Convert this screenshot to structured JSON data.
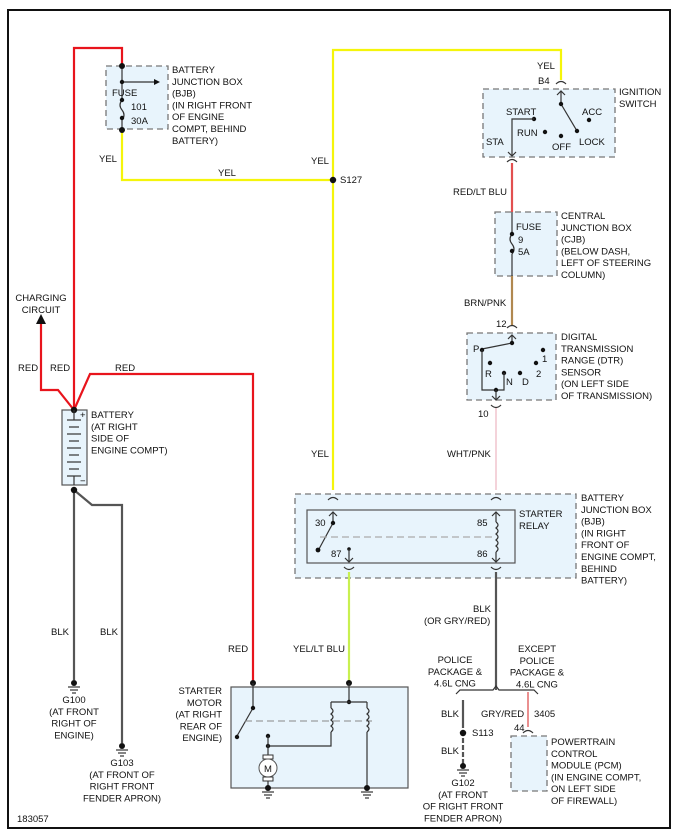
{
  "diagram_id": "183057",
  "colors": {
    "red": "#e8141c",
    "yel": "#f5f50a",
    "red_lt_blu": "#e25050",
    "brn_pnk": "#b08850",
    "wht_pnk": "#f2c8d0",
    "yel_lt_blu": "#c8f050",
    "blk": "#555555",
    "gry_red": "#e06060",
    "box_fill": "#e8f4fc"
  },
  "components": {
    "bjb_fuse": {
      "title": [
        "BATTERY",
        "JUNCTION BOX",
        "(BJB)",
        "(IN RIGHT FRONT",
        "OF ENGINE",
        "COMPT, BEHIND",
        "BATTERY)"
      ],
      "fuse_label": [
        "FUSE",
        "101",
        "30A"
      ]
    },
    "ignition_switch": {
      "title": [
        "IGNITION",
        "SWITCH"
      ],
      "pin_in": "B4",
      "pin_out": "STA",
      "positions": [
        "START",
        "RUN",
        "OFF",
        "ACC",
        "LOCK"
      ]
    },
    "cjb": {
      "title": [
        "CENTRAL",
        "JUNCTION BOX",
        "(CJB)",
        "(BELOW DASH,",
        "LEFT OF STEERING",
        "COLUMN)"
      ],
      "fuse_label": [
        "FUSE",
        "9",
        "5A"
      ]
    },
    "dtr": {
      "title": [
        "DIGITAL",
        "TRANSMISSION",
        "RANGE (DTR)",
        "SENSOR",
        "(ON LEFT SIDE",
        "OF TRANSMISSION)"
      ],
      "pin_in": "12",
      "pin_out": "10",
      "positions": [
        "P",
        "R",
        "N",
        "D",
        "2",
        "1"
      ]
    },
    "battery": {
      "title": [
        "BATTERY",
        "(AT RIGHT",
        "SIDE OF",
        "ENGINE COMPT)"
      ],
      "plus": "+",
      "minus": "−"
    },
    "charging": {
      "label": [
        "CHARGING",
        "CIRCUIT"
      ]
    },
    "bjb_relay": {
      "title": [
        "BATTERY",
        "JUNCTION BOX",
        "(BJB)",
        "(IN RIGHT",
        "FRONT OF",
        "ENGINE COMPT,",
        "BEHIND",
        "BATTERY)"
      ],
      "relay_title": [
        "STARTER",
        "RELAY"
      ],
      "pins": [
        "30",
        "87",
        "85",
        "86"
      ]
    },
    "starter_motor": {
      "title": [
        "STARTER",
        "MOTOR",
        "(AT RIGHT",
        "REAR OF",
        "ENGINE)"
      ],
      "motor_symbol": "M"
    },
    "pcm": {
      "title": [
        "POWERTRAIN",
        "CONTROL",
        "MODULE (PCM)",
        "(IN ENGINE COMPT,",
        "ON LEFT SIDE",
        "OF FIREWALL)"
      ],
      "pin": "44"
    },
    "g100": {
      "title": [
        "G100",
        "(AT FRONT",
        "RIGHT OF",
        "ENGINE)"
      ]
    },
    "g103": {
      "title": [
        "G103",
        "(AT FRONT OF",
        "RIGHT FRONT",
        "FENDER APRON)"
      ]
    },
    "g102": {
      "title": [
        "G102",
        "(AT FRONT",
        "OF RIGHT FRONT",
        "FENDER APRON)"
      ]
    },
    "s127": "S127",
    "s113": "S113"
  },
  "wire_labels": {
    "yel_bjb": "YEL",
    "yel_h": "YEL",
    "yel_s127": "YEL",
    "yel_b4": "YEL",
    "red_lt_blu": "RED/LT BLU",
    "brn_pnk": "BRN/PNK",
    "wht_pnk": "WHT/PNK",
    "yel_relay": "YEL",
    "red_charge": "RED",
    "red_up": "RED",
    "red_right": "RED",
    "red_starter": "RED",
    "yel_lt_blu": "YEL/LT BLU",
    "blk_g100": "BLK",
    "blk_g103": "BLK",
    "blk_relay": "BLK",
    "blk_relay_alt": "(OR GRY/RED)",
    "police": [
      "POLICE",
      "PACKAGE &",
      "4.6L CNG"
    ],
    "except_police": [
      "EXCEPT",
      "POLICE",
      "PACKAGE &",
      "4.6L CNG"
    ],
    "blk_s113_top": "BLK",
    "blk_s113_bot": "BLK",
    "gry_red": "GRY/RED",
    "circuit_3405": "3405"
  }
}
